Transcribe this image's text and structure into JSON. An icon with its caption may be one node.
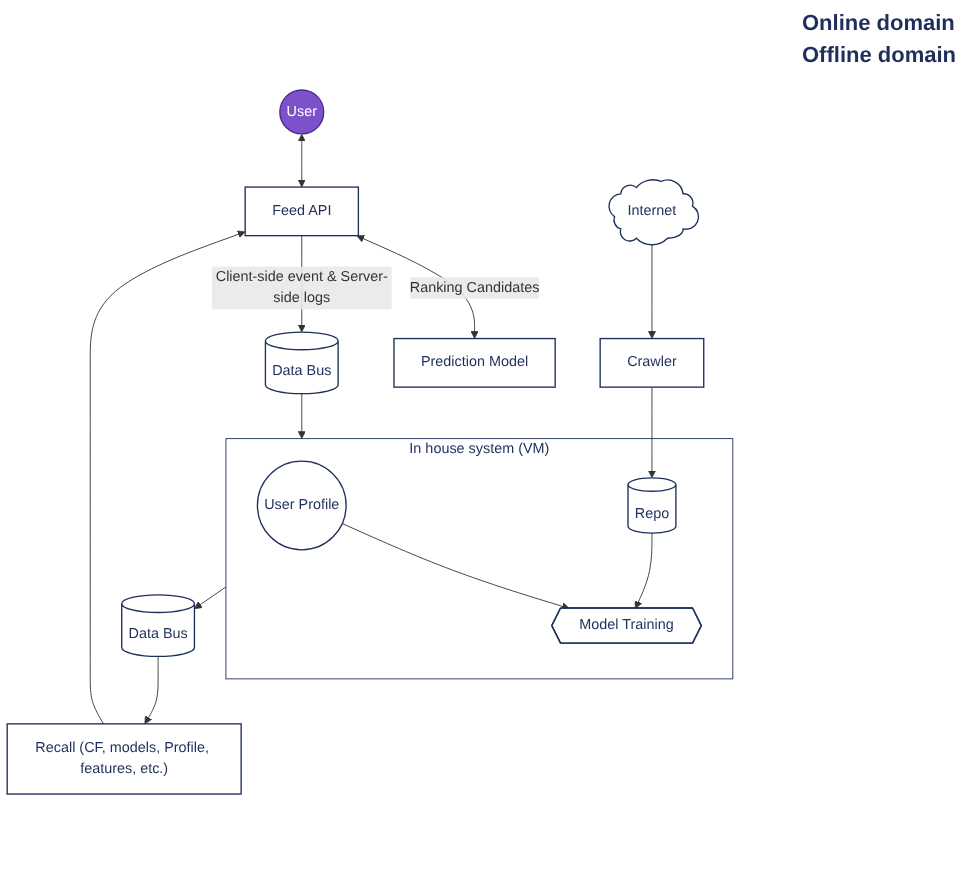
{
  "diagram": {
    "nodes": [
      {
        "text": [
          "Prediction Model"
        ]
      },
      {
        "text": [
          "Feed API"
        ]
      },
      {
        "text": [
          "User"
        ]
      },
      {
        "text": [
          "Recall (CF, models, Profile, features, etc.)"
        ]
      },
      {
        "text": [
          "Data Bus"
        ]
      },
      {
        "text": [
          "Data Bus"
        ]
      },
      {
        "text": [
          "In house system (VM)"
        ]
      },
      {
        "text": [
          "User Profile"
        ],
        "in": 6
      },
      {
        "text": [
          "Model Training"
        ],
        "in": 6
      },
      {
        "text": [
          "Repo"
        ],
        "in": 6
      },
      {
        "text": [
          "Crawler"
        ]
      },
      {
        "text": [
          "Internet"
        ]
      }
    ],
    "edges": [
      {
        "from": 1,
        "to": 0,
        "arrow": "both",
        "label": "Ranking Candidates"
      },
      {
        "from": 2,
        "to": 1,
        "arrow": "both"
      },
      {
        "from": 3,
        "to": 1,
        "arrow": "to"
      },
      {
        "from": 1,
        "to": 4,
        "arrow": "to",
        "label": "Client-side event & Server-side logs"
      },
      {
        "from": 5,
        "to": 3,
        "arrow": "to"
      },
      {
        "from": 6,
        "to": 5,
        "arrow": "to"
      },
      {
        "from": 4,
        "to": 6,
        "arrow": "to"
      },
      {
        "from": 7,
        "to": 8,
        "arrow": "to"
      },
      {
        "from": 9,
        "to": 8,
        "arrow": "to"
      },
      {
        "from": 10,
        "to": 9,
        "arrow": "to"
      },
      {
        "from": 11,
        "to": 10,
        "arrow": "to"
      }
    ],
    "labels": [
      "Online domain",
      "Offline domain"
    ]
  }
}
